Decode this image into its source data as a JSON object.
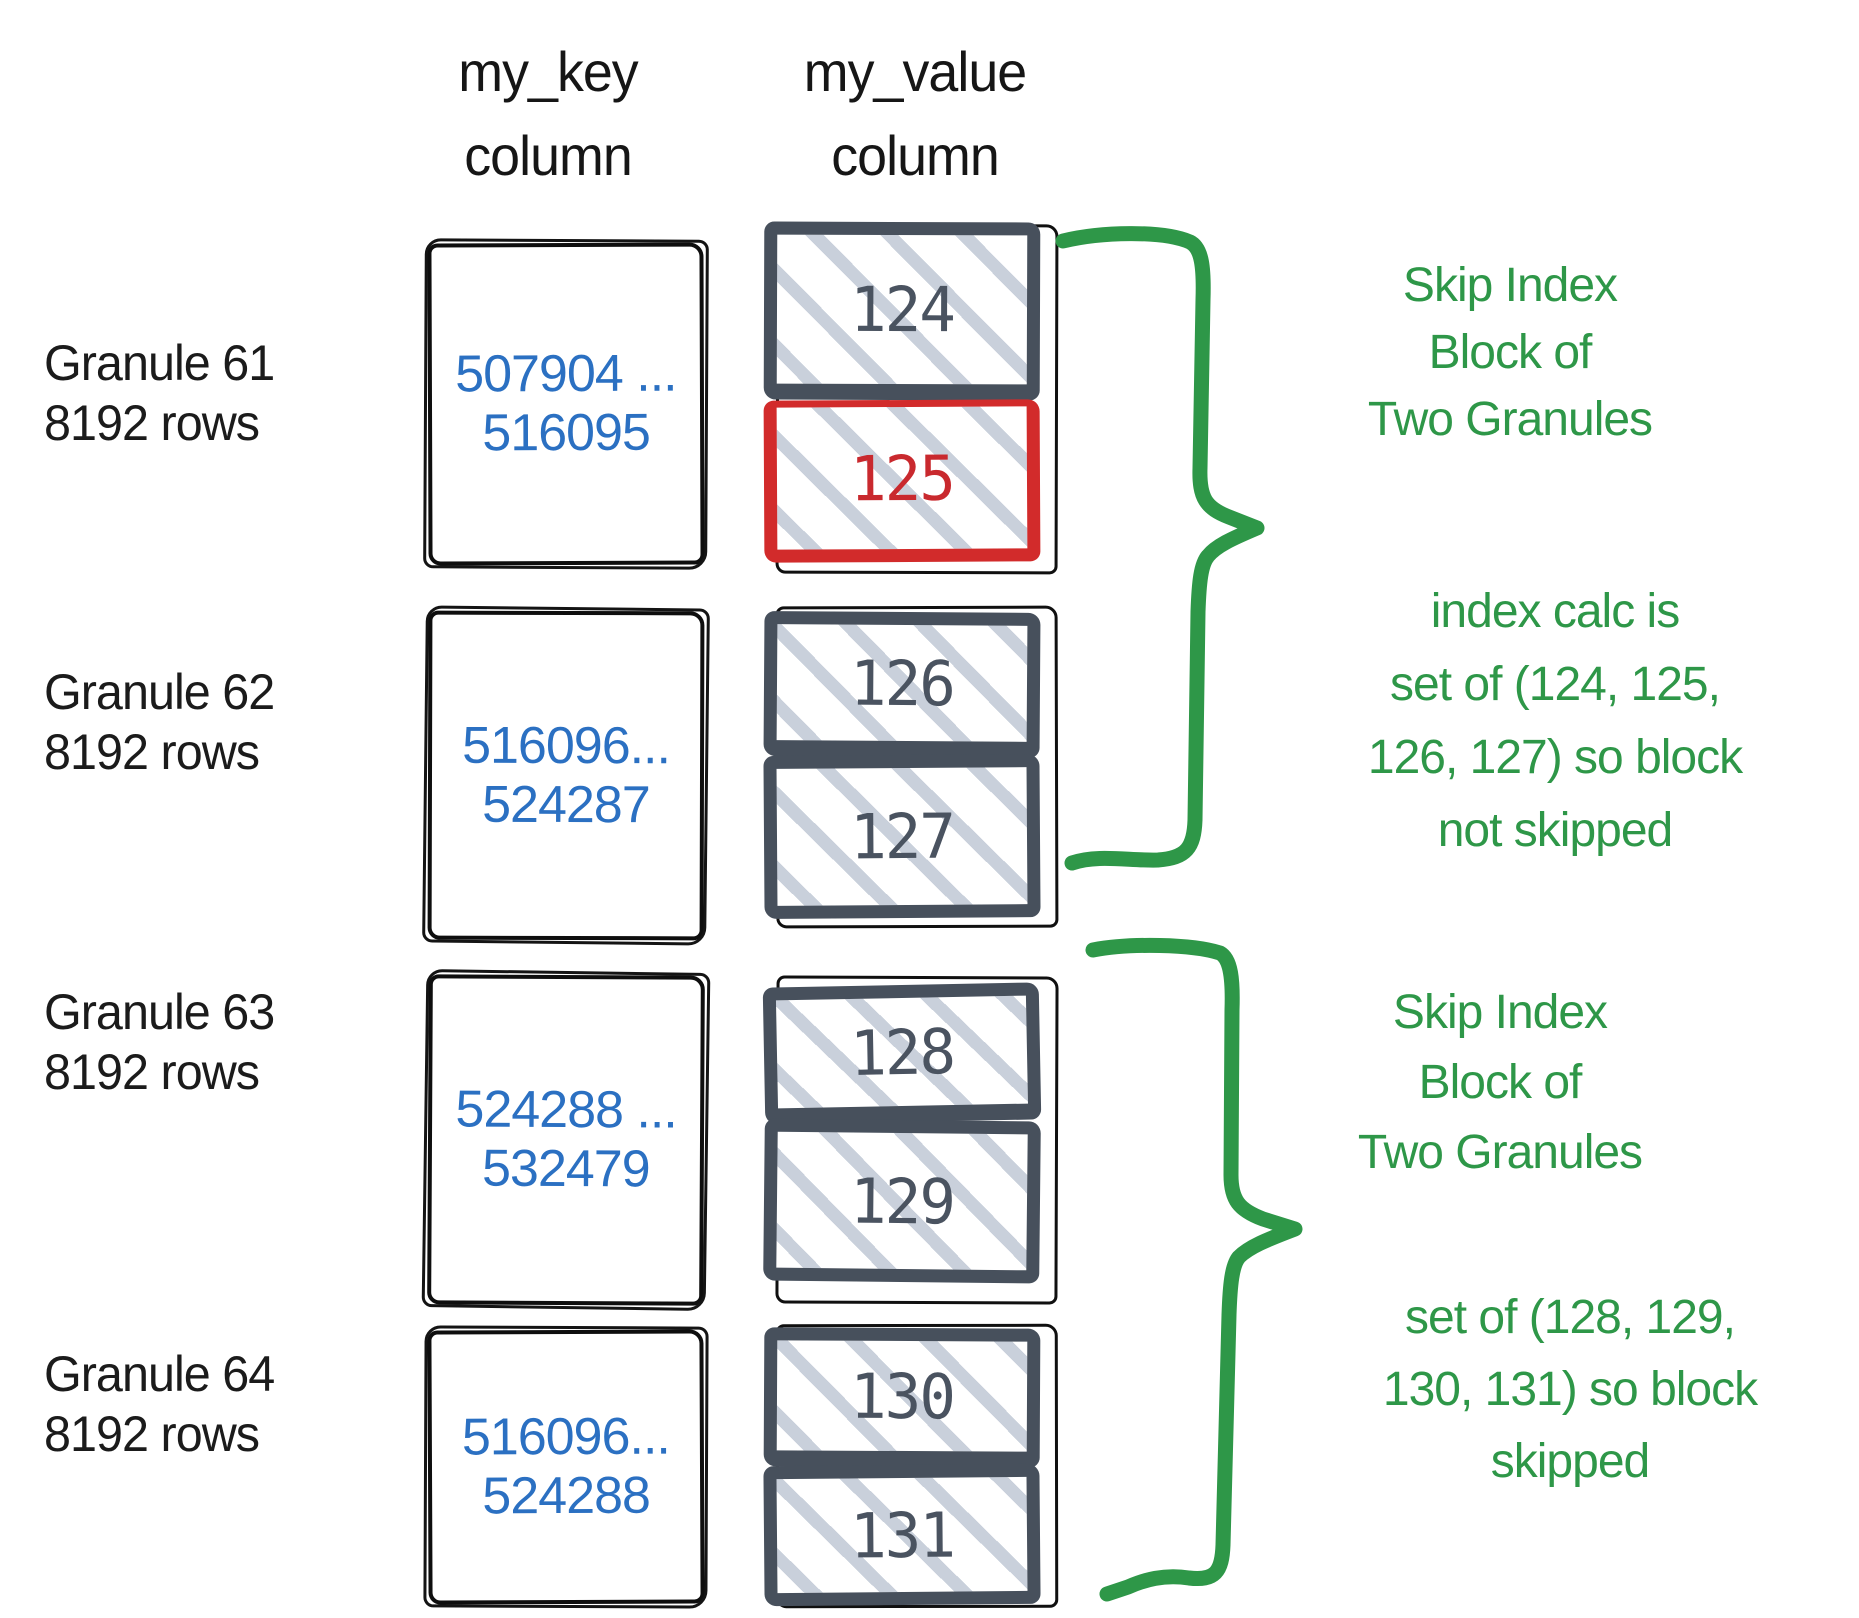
{
  "headers": {
    "key": {
      "line1": "my_key",
      "line2": "column"
    },
    "value": {
      "line1": "my_value",
      "line2": "column"
    }
  },
  "granules": [
    {
      "name": "Granule 61",
      "rows": "8192 rows",
      "key_range": {
        "start": "507904 ...",
        "end": "516095"
      },
      "blocks": [
        {
          "label": "124",
          "highlighted": false
        },
        {
          "label": "125",
          "highlighted": true
        }
      ]
    },
    {
      "name": "Granule 62",
      "rows": "8192 rows",
      "key_range": {
        "start": "516096...",
        "end": "524287"
      },
      "blocks": [
        {
          "label": "126",
          "highlighted": false
        },
        {
          "label": "127",
          "highlighted": false
        }
      ]
    },
    {
      "name": "Granule 63",
      "rows": "8192 rows",
      "key_range": {
        "start": "524288 ...",
        "end": "532479"
      },
      "blocks": [
        {
          "label": "128",
          "highlighted": false
        },
        {
          "label": "129",
          "highlighted": false
        }
      ]
    },
    {
      "name": "Granule 64",
      "rows": "8192 rows",
      "key_range": {
        "start": "516096...",
        "end": "524288"
      },
      "blocks": [
        {
          "label": "130",
          "highlighted": false
        },
        {
          "label": "131",
          "highlighted": false
        }
      ]
    }
  ],
  "annotations": [
    {
      "lines": [
        "Skip Index",
        "Block of",
        "Two Granules"
      ]
    },
    {
      "lines": [
        "index calc is",
        "set of (124, 125,",
        "126, 127) so block",
        "not skipped"
      ]
    },
    {
      "lines": [
        "Skip Index",
        "Block of",
        "Two Granules"
      ]
    },
    {
      "lines": [
        "set of (128, 129,",
        "130, 131) so block",
        "skipped"
      ]
    }
  ],
  "colors": {
    "annotation_green": "#2e9748",
    "key_text_blue": "#2b70c2",
    "block_border_slate": "#47505c",
    "block_number_gray": "#4a5360",
    "highlight_red": "#d22b2b",
    "hatch_gray": "#c9d0db",
    "sketch_black": "#101010"
  }
}
